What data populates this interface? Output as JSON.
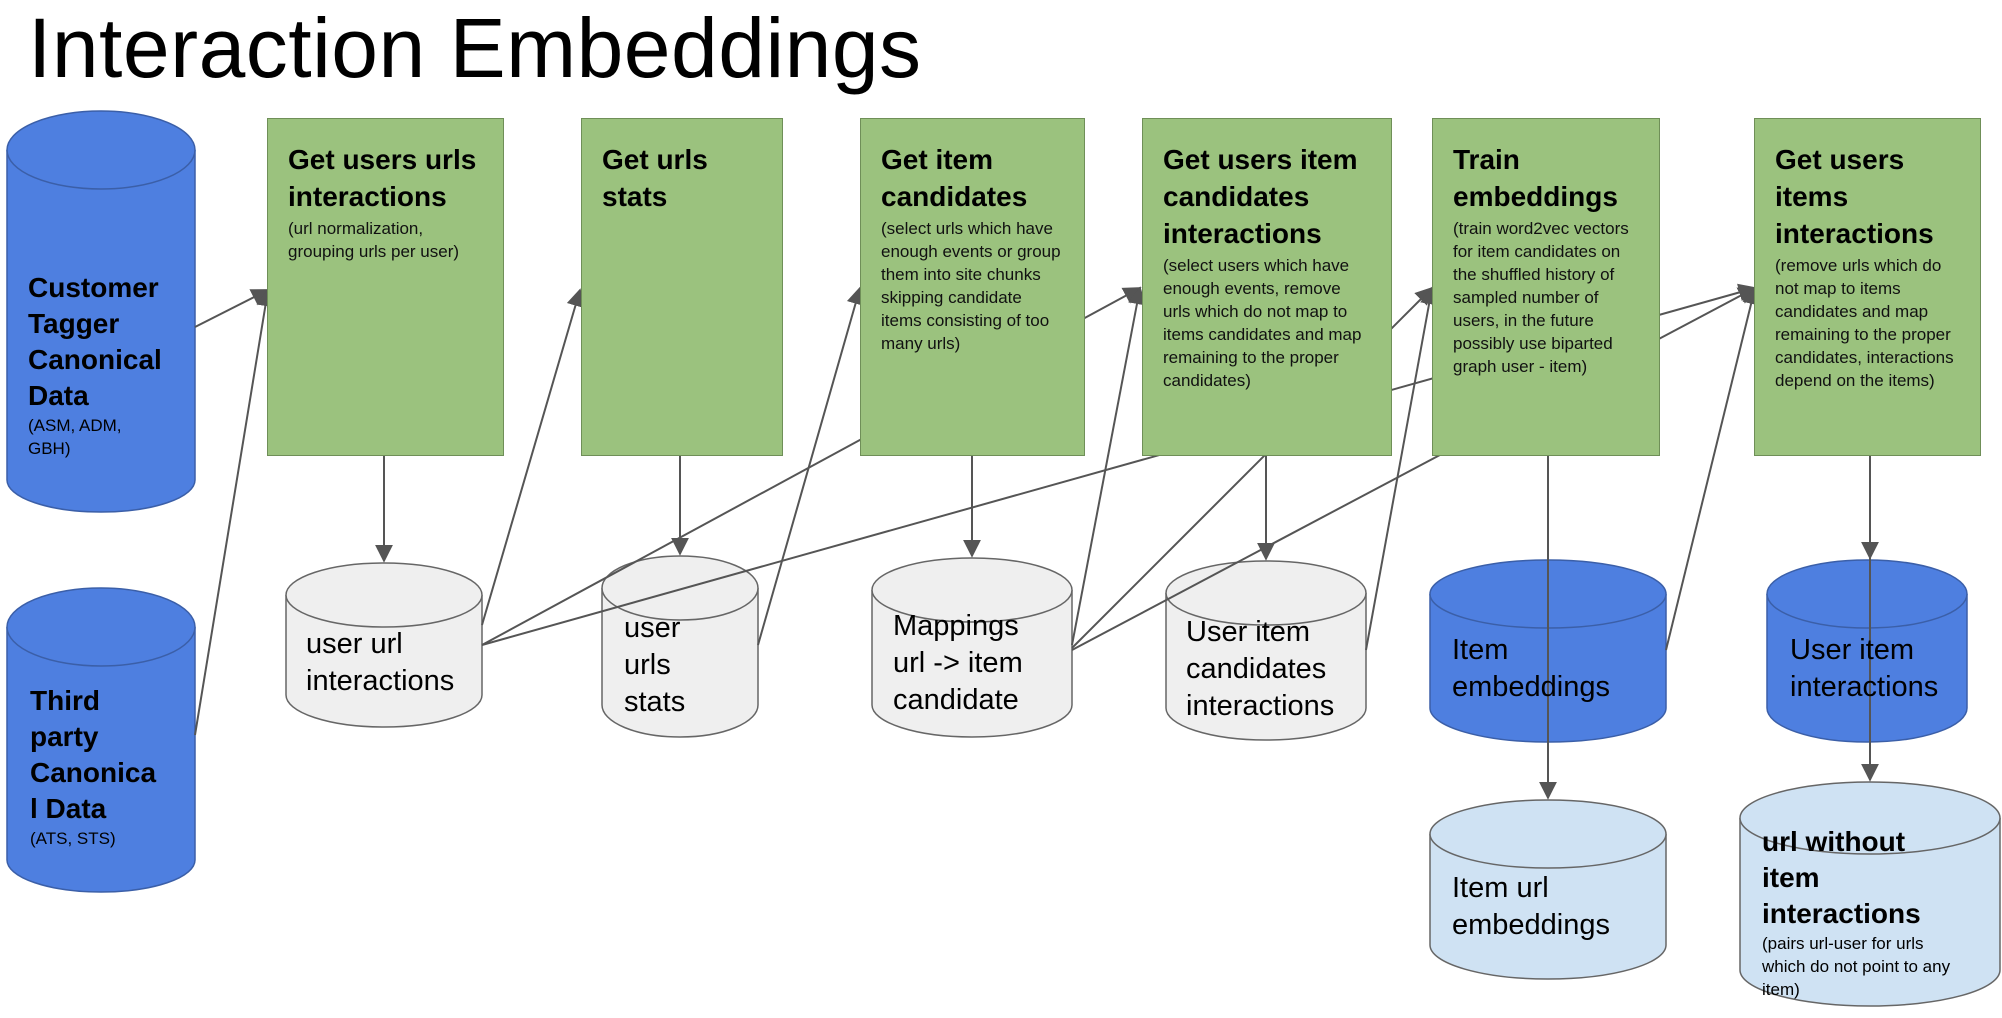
{
  "title": "Interaction Embeddings",
  "colors": {
    "process_fill": "#9bc27e",
    "process_border": "#6f8f58",
    "source_fill": "#4e7fe0",
    "intermediate_fill": "#efefef",
    "output_fill": "#cfe2f3",
    "arrow": "#555555"
  },
  "sources": {
    "customer": {
      "lines": [
        "Customer",
        "Tagger",
        "Canonical",
        "Data"
      ],
      "note_lines": [
        "(ASM, ADM,",
        "GBH)"
      ]
    },
    "third_party": {
      "lines": [
        "Third",
        "party",
        "Canonica",
        "l Data"
      ],
      "note_lines": [
        "(ATS, STS)"
      ]
    }
  },
  "processes": {
    "p1": {
      "title": "Get users urls interactions",
      "desc": "(url normalization, grouping urls per user)"
    },
    "p2": {
      "title": "Get urls stats",
      "desc": ""
    },
    "p3": {
      "title": "Get item candidates",
      "desc": "(select urls which have enough events or group them into site chunks skipping candidate items consisting of too many urls)"
    },
    "p4": {
      "title": "Get users item candidates interactions",
      "desc": "(select users which have enough events, remove urls which do not map to items candidates and map remaining to the proper candidates)"
    },
    "p5": {
      "title": "Train embeddings",
      "desc": "(train word2vec vectors for item candidates on the shuffled history of sampled number of users, in the future possibly use biparted graph user - item)"
    },
    "p6": {
      "title": "Get users items interactions",
      "desc": "(remove urls which do not map to items candidates and map remaining to the proper candidates, interactions depend on the items)"
    }
  },
  "datastores": {
    "d1": {
      "lines": [
        "user url",
        "interactions"
      ]
    },
    "d2": {
      "lines": [
        "user",
        "urls",
        "stats"
      ]
    },
    "d3": {
      "lines": [
        "Mappings",
        "url -> item",
        "candidate"
      ]
    },
    "d4": {
      "lines": [
        "User item",
        "candidates",
        "interactions"
      ]
    },
    "d5": {
      "lines": [
        "Item",
        "embeddings"
      ]
    },
    "d6": {
      "lines": [
        "User item",
        "interactions"
      ]
    },
    "d7": {
      "lines": [
        "Item url",
        "embeddings"
      ]
    },
    "d8": {
      "lines": [
        "url without",
        "item",
        "interactions"
      ],
      "note_lines": [
        "(pairs url-user for urls",
        "which do not point to any",
        "item)"
      ]
    }
  }
}
